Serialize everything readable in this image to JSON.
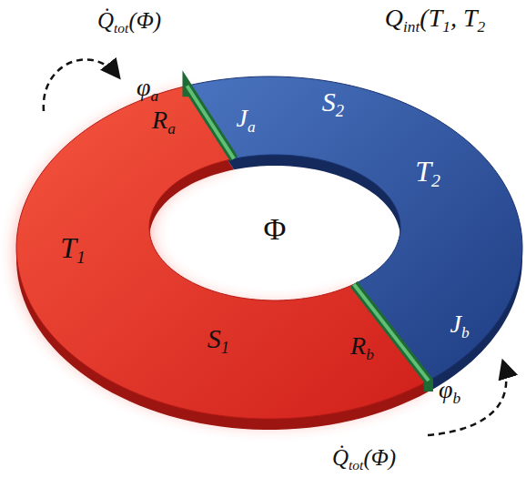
{
  "diagram": {
    "labels": [
      "Qint(T1, T2",
      "Q̇tot(Φ)",
      "φa",
      "Ra",
      "Ja",
      "S2",
      "T2",
      "Φ",
      "T1",
      "S1",
      "Rb",
      "Jb",
      "φb",
      "Q̇tot(Φ)"
    ]
  }
}
